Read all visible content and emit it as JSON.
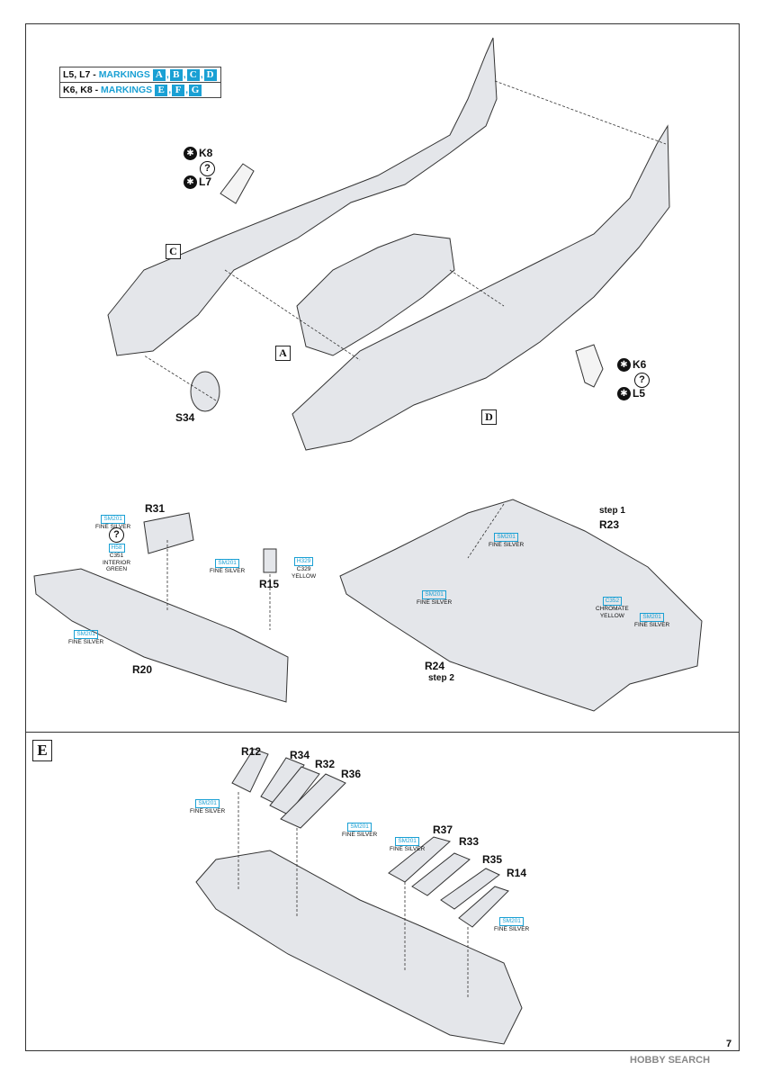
{
  "markings": {
    "row1": {
      "label": "L5, L7 - ",
      "word": "MARKINGS",
      "letters": [
        "A",
        "B",
        "C",
        "D"
      ]
    },
    "row2": {
      "label": "K6, K8 - ",
      "word": "MARKINGS",
      "letters": [
        "E",
        "F",
        "G"
      ]
    }
  },
  "fuselage_view": {
    "k8": "K8",
    "l7": "L7",
    "k6": "K6",
    "l5": "L5",
    "unknown": "?",
    "steps": {
      "a": "A",
      "c": "C",
      "d": "D"
    },
    "s34": "S34"
  },
  "cockpit_view": {
    "r31": "R31",
    "r15": "R15",
    "r20": "R20",
    "r23": "R23",
    "r24": "R24",
    "step1": "step 1",
    "step2": "step 2",
    "paint": {
      "sm201": "SM201",
      "fine_silver": "FINE SILVER",
      "h58": "H58",
      "c351": "C351",
      "interior_green_1": "INTERIOR",
      "interior_green_2": "GREEN",
      "h329": "H329",
      "c329": "C329",
      "yellow": "YELLOW",
      "c352": "C352",
      "chromate_1": "CHROMATE",
      "chromate_2": "YELLOW"
    }
  },
  "section_e": {
    "letter": "E",
    "parts": {
      "r12": "R12",
      "r34": "R34",
      "r32": "R32",
      "r36": "R36",
      "r37": "R37",
      "r33": "R33",
      "r35": "R35",
      "r14": "R14"
    }
  },
  "page_number": "7",
  "watermark": "HOBBY SEARCH"
}
